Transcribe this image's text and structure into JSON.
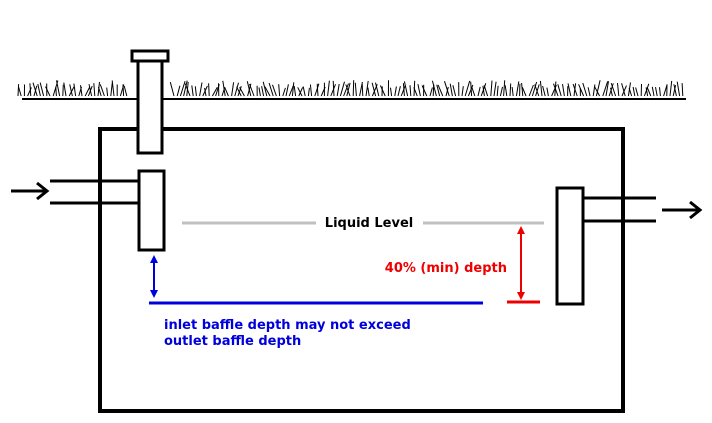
{
  "labels": {
    "liquid_level": "Liquid Level",
    "min_depth": "40% (min) depth",
    "inlet_note_line1": "inlet baffle depth may not exceed",
    "inlet_note_line2": "outlet baffle depth"
  },
  "colors": {
    "outline": "#000000",
    "liquid_level_line": "#c0c0c0",
    "depth_marker": "#ee0000",
    "baffle_limit": "#0000dd",
    "background": "#ffffff"
  },
  "icons": {
    "inlet_arrow": "arrow-right-icon",
    "outlet_arrow": "arrow-right-icon",
    "depth_arrow": "double-arrow-vertical-icon",
    "baffle_arrow": "double-arrow-vertical-icon"
  }
}
